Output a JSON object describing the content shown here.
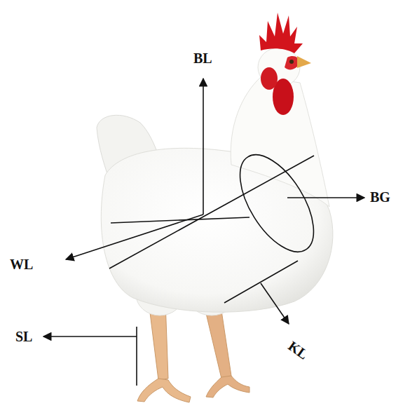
{
  "diagram": {
    "labels": [
      "BL",
      "BG",
      "WL",
      "KL",
      "SL"
    ]
  }
}
